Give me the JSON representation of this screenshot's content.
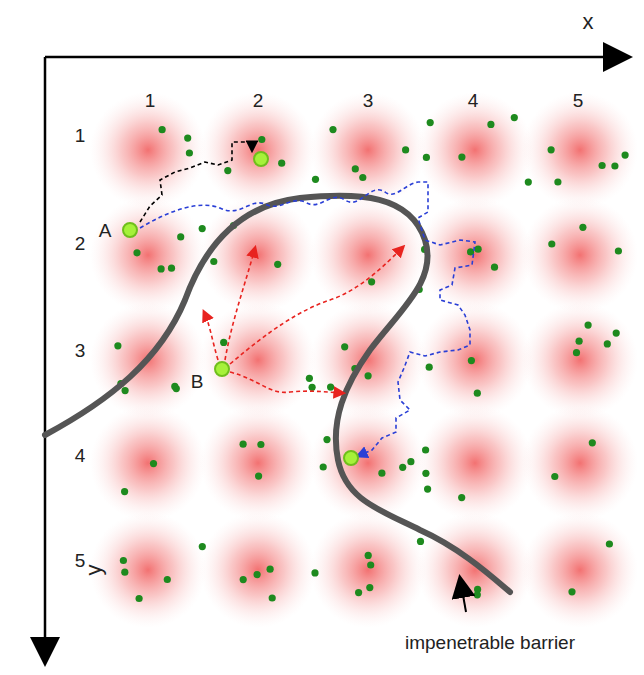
{
  "diagram": {
    "labels": [
      "x",
      "1",
      "2",
      "3",
      "4",
      "5",
      "1",
      "2",
      "3",
      "4",
      "5",
      "y",
      "A",
      "B",
      "impenetrable barrier"
    ]
  }
}
